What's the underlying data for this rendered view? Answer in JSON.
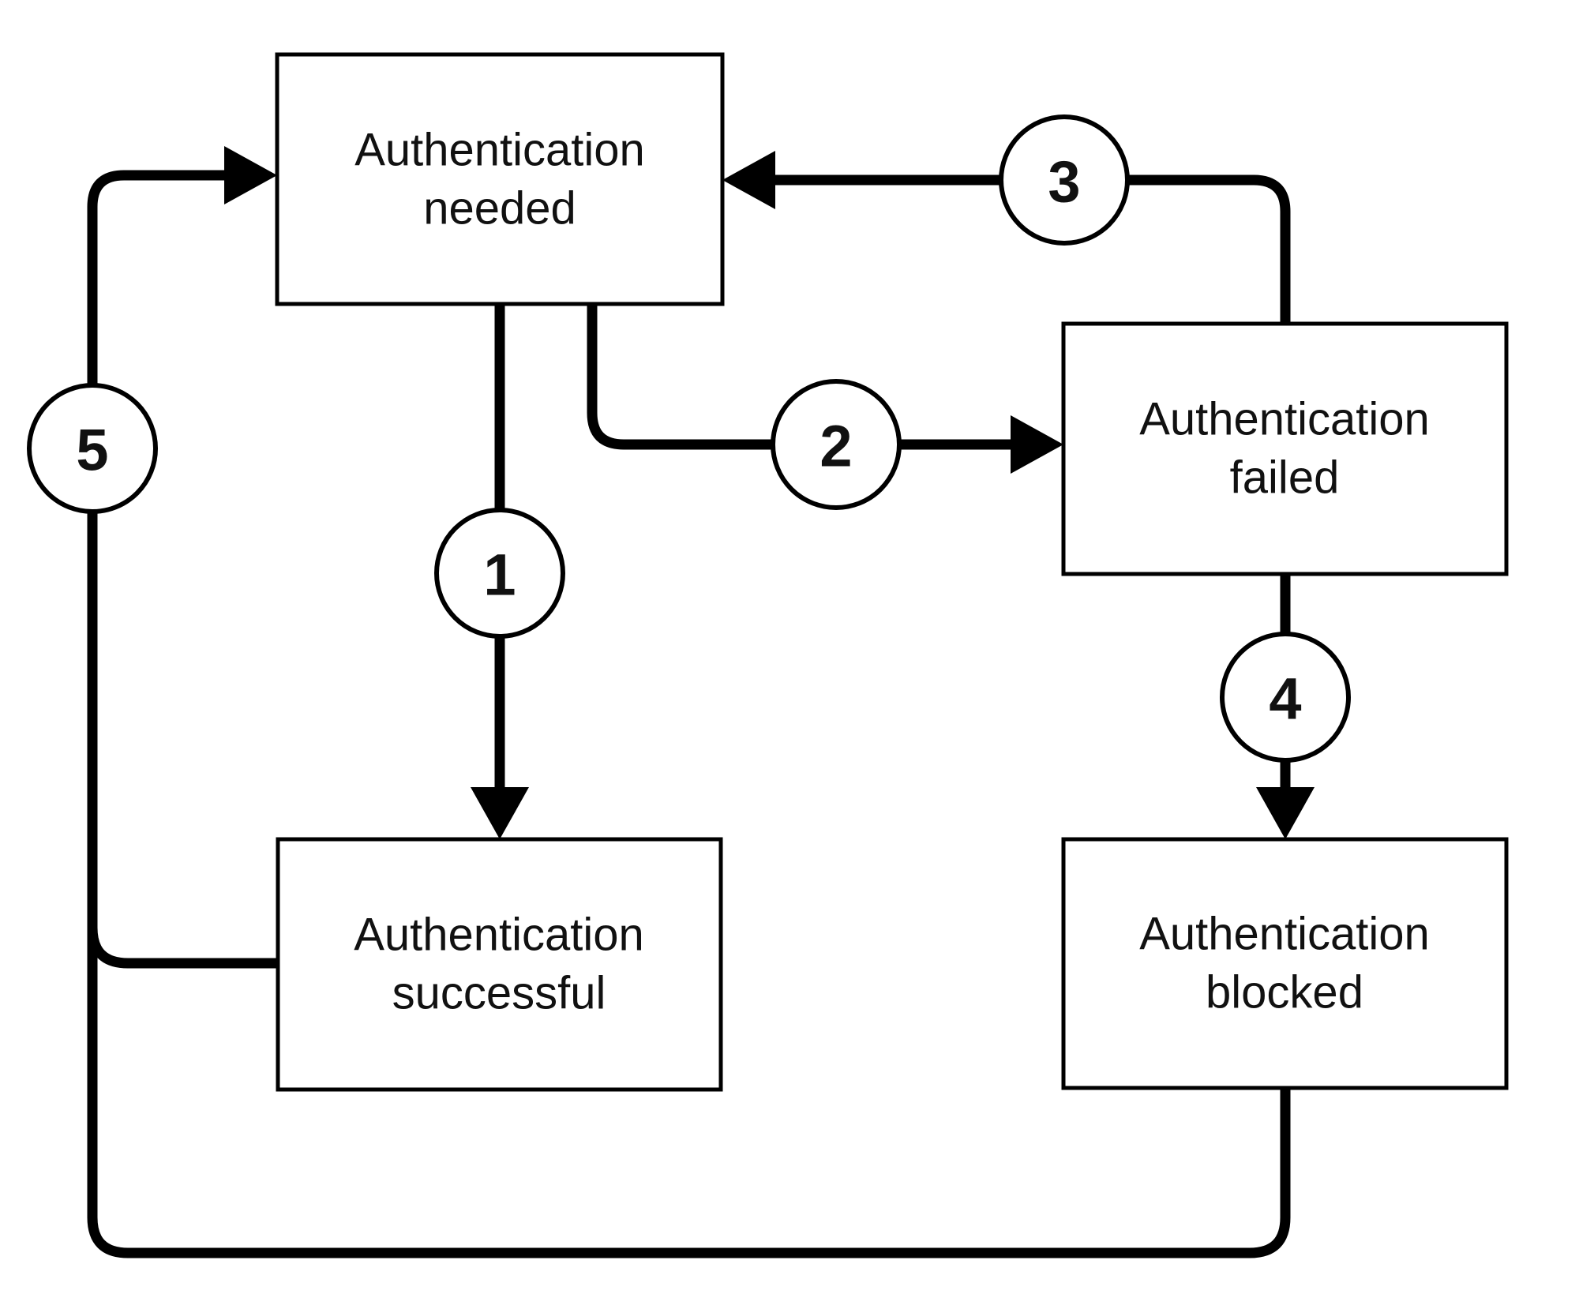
{
  "diagram": {
    "background_color": "#ffffff",
    "stroke_color": "#000000",
    "nodes": [
      {
        "id": "authentication-needed",
        "line1": "Authentication",
        "line2": "needed"
      },
      {
        "id": "authentication-failed",
        "line1": "Authentication",
        "line2": "failed"
      },
      {
        "id": "authentication-successful",
        "line1": "Authentication",
        "line2": "successful"
      },
      {
        "id": "authentication-blocked",
        "line1": "Authentication",
        "line2": "blocked"
      }
    ],
    "edges": [
      {
        "step": "1",
        "from": "Authentication needed",
        "to": "Authentication successful"
      },
      {
        "step": "2",
        "from": "Authentication needed",
        "to": "Authentication failed"
      },
      {
        "step": "3",
        "from": "Authentication failed",
        "to": "Authentication needed"
      },
      {
        "step": "4",
        "from": "Authentication failed",
        "to": "Authentication blocked"
      },
      {
        "step": "5",
        "from": "Authentication successful",
        "to": "Authentication needed"
      }
    ]
  }
}
